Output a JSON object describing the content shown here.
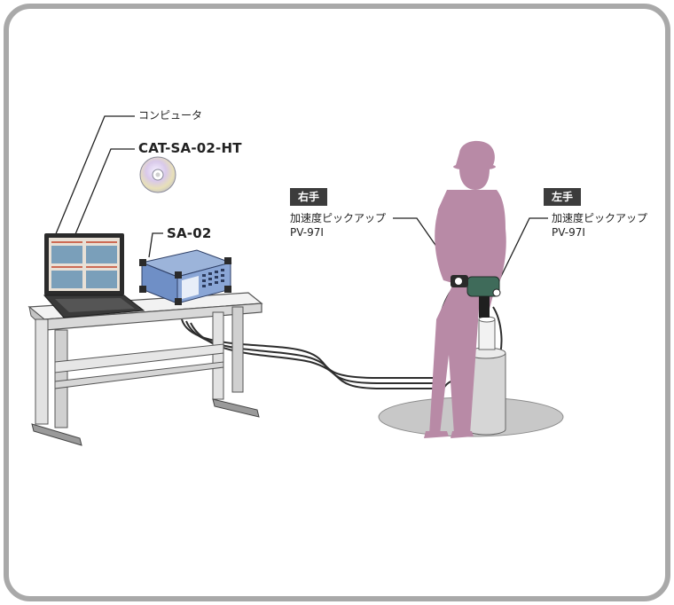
{
  "labels": {
    "computer": "コンピュータ",
    "software": "CAT-SA-02-HT",
    "unit": "SA-02",
    "right_hand_tag": "右手",
    "left_hand_tag": "左手",
    "right_sensor_line1": "加速度ピックアップ",
    "right_sensor_line2": "PV-97I",
    "left_sensor_line1": "加速度ピックアップ",
    "left_sensor_line2": "PV-97I"
  },
  "colors": {
    "frame": "#a9a9a9",
    "worker": "#b88aa6",
    "tag_bg": "#3c3c3c",
    "platform": "#c8c8c8",
    "device": "#6f8fc6"
  }
}
